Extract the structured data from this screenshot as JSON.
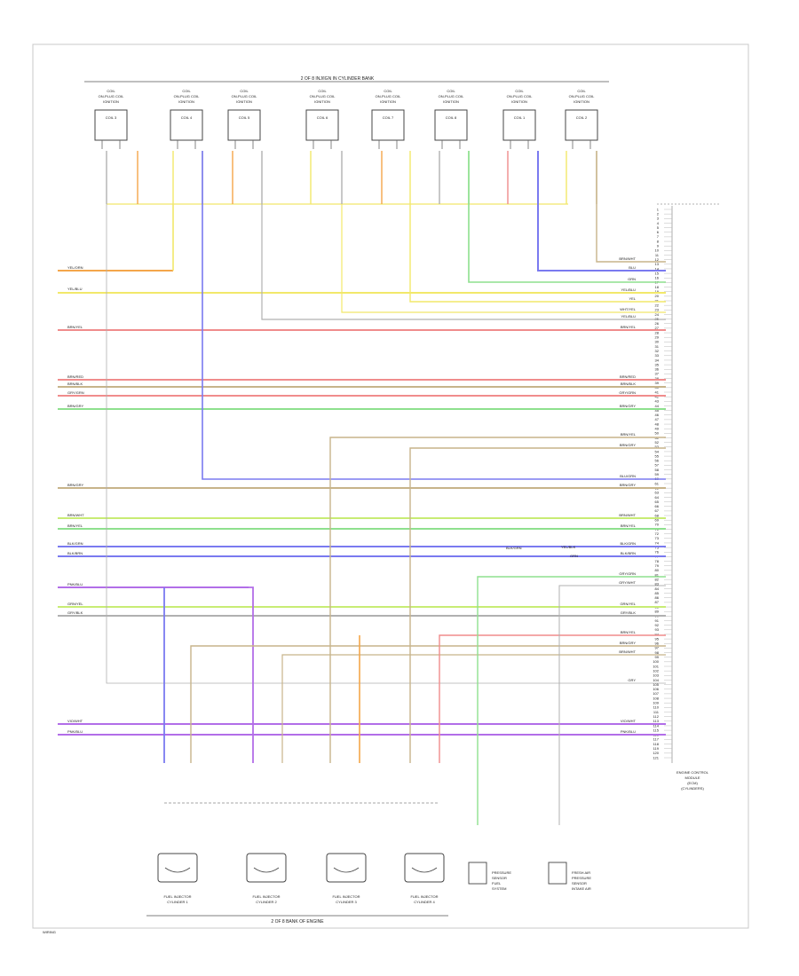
{
  "diagram": {
    "top_bank_label": "2 OF 8 INJ/IGN IN CYLINDER BANK",
    "bottom_bank_label": "2 OF 8 BANK OF ENGINE",
    "footer_code": "WIRING",
    "top_components": [
      {
        "l1": "COIL",
        "l2": "ON-PLUG COIL",
        "l3": "IGNITION",
        "pin": "3"
      },
      {
        "l1": "COIL",
        "l2": "ON-PLUG COIL",
        "l3": "IGNITION",
        "pin": "4"
      },
      {
        "l1": "COIL",
        "l2": "ON-PLUG COIL",
        "l3": "IGNITION",
        "pin": "5"
      },
      {
        "l1": "COIL",
        "l2": "ON-PLUG COIL",
        "l3": "IGNITION",
        "pin": "6"
      },
      {
        "l1": "COIL",
        "l2": "ON-PLUG COIL",
        "l3": "IGNITION",
        "pin": "7"
      },
      {
        "l1": "COIL",
        "l2": "ON-PLUG COIL",
        "l3": "IGNITION",
        "pin": "8"
      },
      {
        "l1": "COIL",
        "l2": "ON-PLUG COIL",
        "l3": "IGNITION",
        "pin": "1"
      },
      {
        "l1": "COIL",
        "l2": "ON-PLUG COIL",
        "l3": "IGNITION",
        "pin": "2"
      }
    ],
    "injectors": [
      {
        "l1": "FUEL INJECTOR",
        "l2": "CYLINDER 1"
      },
      {
        "l1": "FUEL INJECTOR",
        "l2": "CYLINDER 2"
      },
      {
        "l1": "FUEL INJECTOR",
        "l2": "CYLINDER 3"
      },
      {
        "l1": "FUEL INJECTOR",
        "l2": "CYLINDER 4"
      }
    ],
    "sensors": [
      {
        "l1": "PRESSURE",
        "l2": "SENSOR",
        "l3": "FUEL",
        "l4": "SYSTEM"
      },
      {
        "l1": "FRESH AIR",
        "l2": "PRESSURE",
        "l3": "SENSOR",
        "l4": "INTAKE AIR"
      }
    ],
    "ecm_label": [
      "ENGINE CONTROL",
      "MODULE",
      "(ECM)",
      "(CYLINDERS)"
    ],
    "ecm_pins": [
      "1",
      "2",
      "3",
      "4",
      "5",
      "6",
      "7",
      "8",
      "9",
      "10",
      "11",
      "12",
      "13",
      "14",
      "15",
      "16",
      "17",
      "18",
      "19",
      "20",
      "21",
      "22",
      "23",
      "24",
      "25",
      "26",
      "27",
      "28",
      "29",
      "30",
      "31",
      "32",
      "33",
      "34",
      "35",
      "36",
      "37",
      "38",
      "39",
      "40",
      "41",
      "42",
      "43",
      "44",
      "45",
      "46",
      "47",
      "48",
      "49",
      "50",
      "51",
      "52",
      "53",
      "54",
      "55",
      "56",
      "57",
      "58",
      "59",
      "60",
      "61",
      "62",
      "63",
      "64",
      "65",
      "66",
      "67",
      "68",
      "69",
      "70",
      "71",
      "72",
      "73",
      "74",
      "75",
      "76",
      "77",
      "78",
      "79",
      "80",
      "81",
      "82",
      "83",
      "84",
      "85",
      "86",
      "87",
      "88",
      "89",
      "90",
      "91",
      "92",
      "93",
      "94",
      "95",
      "96",
      "97",
      "98",
      "99",
      "100",
      "101",
      "102",
      "103",
      "104",
      "105",
      "106",
      "107",
      "108",
      "109",
      "110",
      "111",
      "112",
      "113",
      "114",
      "115",
      "116",
      "117",
      "118",
      "119",
      "120",
      "121"
    ],
    "left_wire_labels": [
      "YEL/ORN",
      "YEL/BLU",
      "BRN/YEL",
      "BRN/RED",
      "BRN/BLK",
      "GRY/GRN",
      "BRN/GRY",
      "BRN/GRY",
      "BRN/WHT",
      "BRN/YEL",
      "BLK/GRN",
      "BLK/BRN",
      "PNK/BLU",
      "GRN/YEL",
      "GRY/BLK",
      "VIO/WHT",
      "PNK/BLU"
    ],
    "right_wire_labels": [
      "BRN/WHT",
      "BLU",
      "GRN",
      "YEL/BLU",
      "YEL",
      "WHT/YEL",
      "YEL/BLU",
      "BRN/YEL",
      "BRN/RED",
      "BRN/BLK",
      "GRY/GRN",
      "BRN/GRY",
      "BRN/YEL",
      "BRN/GRY",
      "BLU/GRN",
      "BRN/GRY",
      "BRN/WHT",
      "BRN/YEL",
      "BLK/GRN",
      "BLK/BRN",
      "GRY/GRN",
      "GRY/WHT",
      "GRN/YEL",
      "GRY/BLK",
      "BRN/YEL",
      "BRN/GRY",
      "BRN/WHT",
      "GRY",
      "VIO/WHT",
      "PNK/BLU"
    ],
    "mid_labels": [
      "BLK/GRN",
      "YEL/BLK",
      "GRN"
    ],
    "colors": {
      "orange": "#f4a64a",
      "yellow": "#f2e86a",
      "red": "#f08c8c",
      "blue": "#7a7af0",
      "green": "#8ee08e",
      "brown": "#c7b48a",
      "gray": "#b0b0b0",
      "violet": "#b26ee8",
      "pink": "#f0a0d0",
      "cyan": "#6ec8d8",
      "lime": "#c8ec74"
    }
  }
}
